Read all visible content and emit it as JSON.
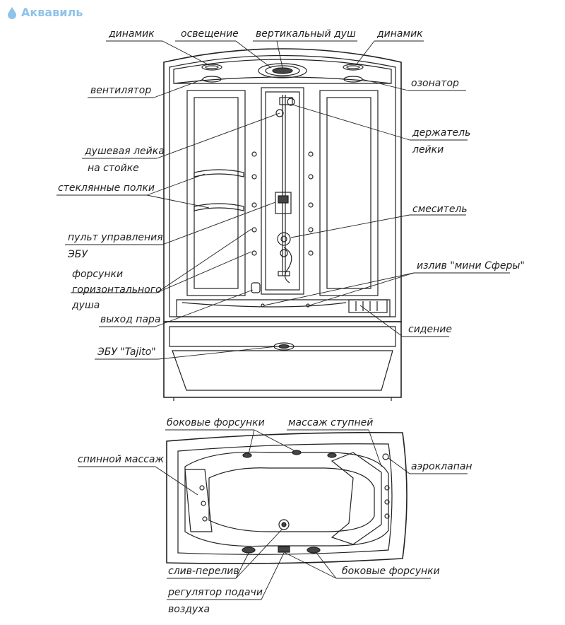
{
  "logo": {
    "text": "Аквавиль",
    "color": "#8ec3ea"
  },
  "labels": {
    "dinamik_left": "динамик",
    "osveshenie": "освещение",
    "vertikalny_dush": "вертикальный душ",
    "dinamik_right": "динамик",
    "ventilyator": "вентилятор",
    "ozonator": "озонатор",
    "lejka_1": "душевая лейка",
    "lejka_2": "на стойке",
    "derzhatel_1": "держатель",
    "derzhatel_2": "лейки",
    "polki": "стеклянные полки",
    "smesitel": "смеситель",
    "pult_1": "пульт управления",
    "pult_2": "ЭБУ",
    "izliv": "излив \"мини Сферы\"",
    "forsunki_1": "форсунки",
    "forsunki_2": "горизонтального",
    "forsunki_3": "душа",
    "vyhod_para": "выход пара",
    "sidenie": "сидение",
    "ebu": "ЭБУ \"Tajito\"",
    "bokovye_top": "боковые форсунки",
    "massazh_stupnej": "массаж ступней",
    "spinnoj_massazh": "спинной массаж",
    "aeroklapan": "аэроклапан",
    "sliv": "слив-перелив",
    "bokovye_bottom": "боковые форсунки",
    "regulyator_1": "регулятор подачи",
    "regulyator_2": "воздуха"
  },
  "colors": {
    "line": "#222222",
    "label": "#222222",
    "logo": "#8ec3ea"
  }
}
